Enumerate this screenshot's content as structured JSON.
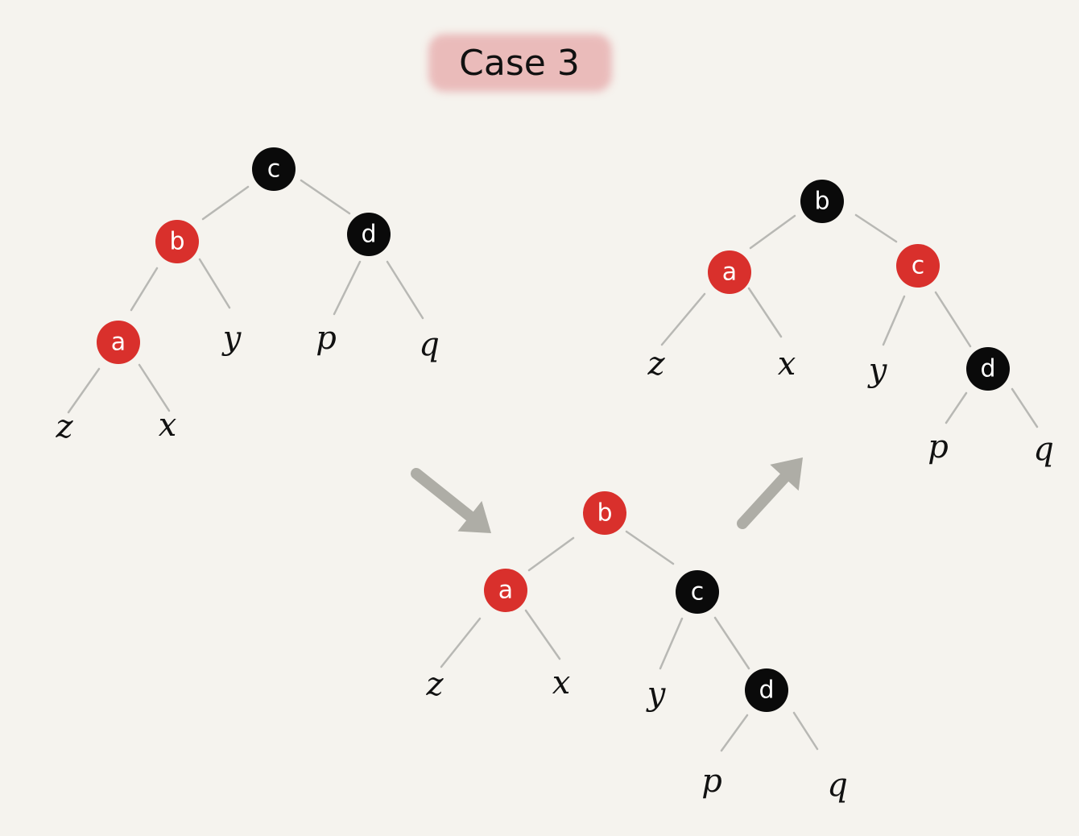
{
  "title": "Case 3",
  "colors": {
    "red": "#d9302c",
    "black": "#0a0a0a",
    "edge": "#b8b8b4",
    "arrow": "#aeada6",
    "title_bg": "#e9b5b5"
  },
  "trees": [
    {
      "name": "before",
      "nodes": [
        {
          "label": "c",
          "color": "black"
        },
        {
          "label": "b",
          "color": "red"
        },
        {
          "label": "d",
          "color": "black"
        },
        {
          "label": "a",
          "color": "red"
        }
      ],
      "leaves": [
        "y",
        "p",
        "q",
        "z",
        "x"
      ]
    },
    {
      "name": "intermediate",
      "nodes": [
        {
          "label": "b",
          "color": "red"
        },
        {
          "label": "a",
          "color": "red"
        },
        {
          "label": "c",
          "color": "black"
        },
        {
          "label": "d",
          "color": "black"
        }
      ],
      "leaves": [
        "z",
        "x",
        "y",
        "p",
        "q"
      ]
    },
    {
      "name": "after",
      "nodes": [
        {
          "label": "b",
          "color": "black"
        },
        {
          "label": "a",
          "color": "red"
        },
        {
          "label": "c",
          "color": "red"
        },
        {
          "label": "d",
          "color": "black"
        }
      ],
      "leaves": [
        "z",
        "x",
        "y",
        "p",
        "q"
      ]
    }
  ]
}
